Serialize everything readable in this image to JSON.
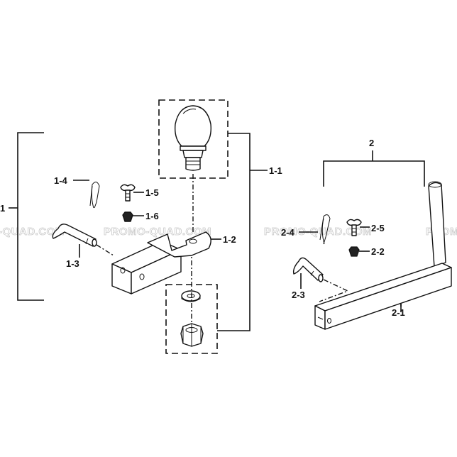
{
  "watermark": "PROMO-QUAD.COM",
  "watermark_fragments": [
    "-QUAD.COM",
    "PROMO"
  ],
  "callouts": {
    "c1": "1",
    "c1_1": "1-1",
    "c1_2": "1-2",
    "c1_3": "1-3",
    "c1_4": "1-4",
    "c1_5": "1-5",
    "c1_6": "1-6",
    "c2": "2",
    "c2_1": "2-1",
    "c2_2": "2-2",
    "c2_3": "2-3",
    "c2_4": "2-4",
    "c2_5": "2-5"
  }
}
